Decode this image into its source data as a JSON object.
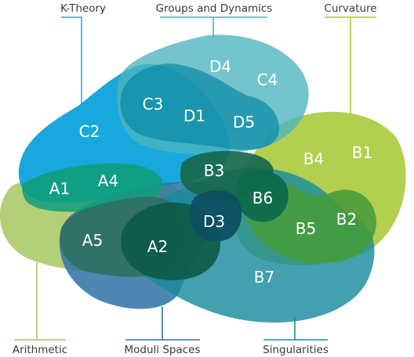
{
  "categories": {
    "k_theory": {
      "label": "K-Theory",
      "color": "#009fd9"
    },
    "groups_dynamics": {
      "label": "Groups and Dynamics",
      "color": "#4db3bf"
    },
    "curvature": {
      "label": "Curvature",
      "color": "#a9c837"
    },
    "arithmetic": {
      "label": "Arithmetic",
      "color": "#a6c862"
    },
    "moduli_spaces": {
      "label": "Moduli Spaces",
      "color": "#2e72a3"
    },
    "singularities": {
      "label": "Singularities",
      "color": "#1a8b9c"
    }
  },
  "regions": {
    "a1": "A1",
    "a2": "A2",
    "a4": "A4",
    "a5": "A5",
    "b1": "B1",
    "b2": "B2",
    "b3": "B3",
    "b4": "B4",
    "b5": "B5",
    "b6": "B6",
    "b7": "B7",
    "c2": "C2",
    "c3": "C3",
    "c4": "C4",
    "d1": "D1",
    "d3": "D3",
    "d4": "D4",
    "d5": "D5"
  }
}
